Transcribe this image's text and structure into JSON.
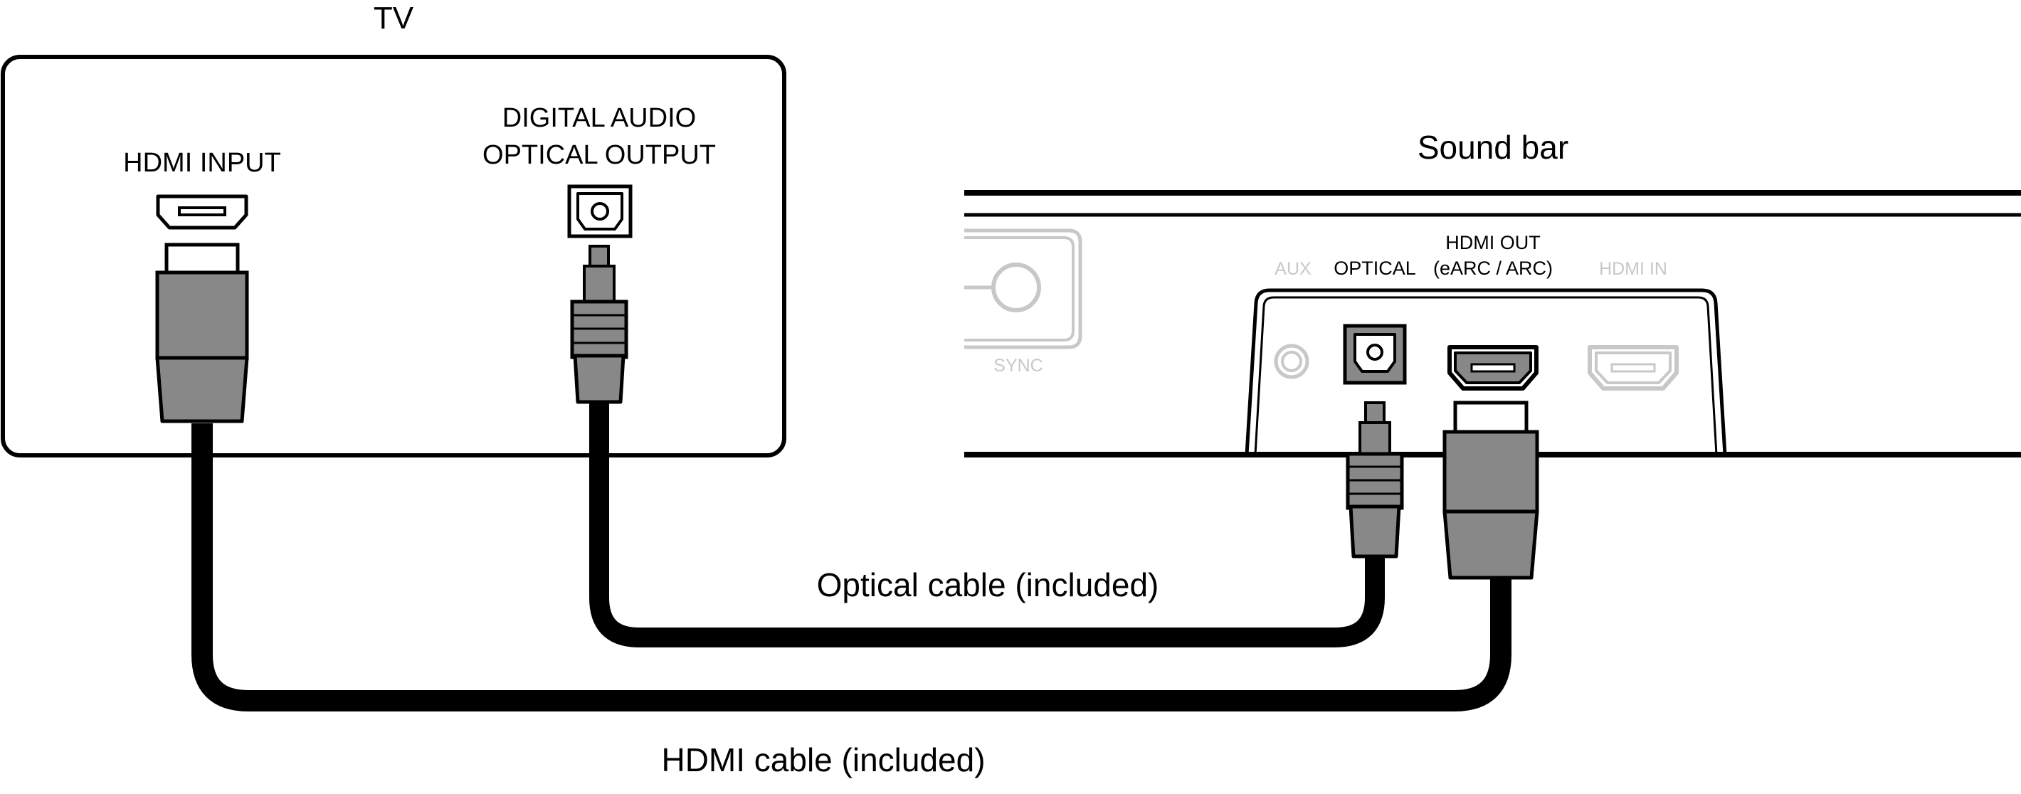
{
  "tv": {
    "title": "TV",
    "hdmi_input_label": "HDMI INPUT",
    "optical_output_label_line1": "DIGITAL AUDIO",
    "optical_output_label_line2": "OPTICAL OUTPUT"
  },
  "soundbar": {
    "title": "Sound bar",
    "sync_label": "SYNC",
    "aux_label": "AUX",
    "optical_label": "OPTICAL",
    "hdmi_out_label_line1": "HDMI OUT",
    "hdmi_out_label_line2": "(eARC / ARC)",
    "hdmi_in_label": "HDMI IN"
  },
  "cables": {
    "optical_label": "Optical cable (included)",
    "hdmi_label": "HDMI cable (included)"
  },
  "colors": {
    "line": "#000000",
    "plug_gray": "#888888",
    "inactive_gray": "#c8c8c8"
  }
}
